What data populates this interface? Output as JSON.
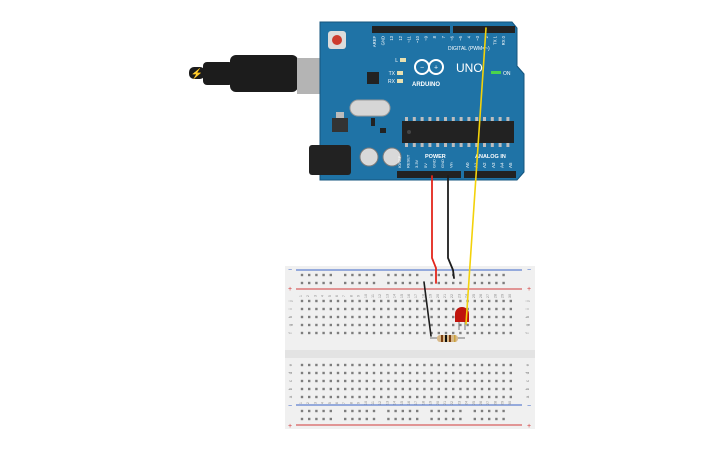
{
  "colors": {
    "board": "#1f73a6",
    "board_edge": "#14557e",
    "header": "#222222",
    "breadboard": "#f0f0f0",
    "rail_red": "#d23a3a",
    "rail_blue": "#3a64c8",
    "wire_red": "#e3261c",
    "wire_black": "#1d1d1d",
    "wire_yellow": "#f3d20a",
    "led": "#c0140c",
    "usb_plug": "#1c1c1c",
    "usb_metal": "#b4b4b4"
  },
  "arduino": {
    "logo_text": "ARDUINO",
    "model_text": "UNO",
    "digital_label": "DIGITAL (PWM=~)",
    "power_label": "POWER",
    "analog_label": "ANALOG IN",
    "on_label": "ON",
    "l_label": "L",
    "tx_label": "TX",
    "rx_label": "RX",
    "top_pins": [
      "AREF",
      "GND",
      "13",
      "12",
      "~11",
      "~10",
      "~9",
      "8",
      "7",
      "~6",
      "~5",
      "4",
      "~3",
      "2",
      "TX 1",
      "RX 0"
    ],
    "power_pins": [
      "IOREF",
      "RESET",
      "3.3V",
      "5V",
      "GND",
      "GND",
      "Vin"
    ],
    "analog_pins": [
      "A0",
      "A1",
      "A2",
      "A3",
      "A4",
      "A5"
    ]
  },
  "breadboard": {
    "plus": "+",
    "minus": "−",
    "columns": [
      "1",
      "2",
      "3",
      "4",
      "5",
      "6",
      "7",
      "8",
      "9",
      "10",
      "11",
      "12",
      "13",
      "14",
      "15",
      "16",
      "17",
      "18",
      "19",
      "20",
      "21",
      "22",
      "23",
      "24",
      "25",
      "26",
      "27",
      "28",
      "29",
      "30"
    ],
    "rows_top": [
      "j",
      "i",
      "h",
      "g",
      "f"
    ],
    "rows_bottom": [
      "e",
      "d",
      "c",
      "b",
      "a"
    ]
  }
}
